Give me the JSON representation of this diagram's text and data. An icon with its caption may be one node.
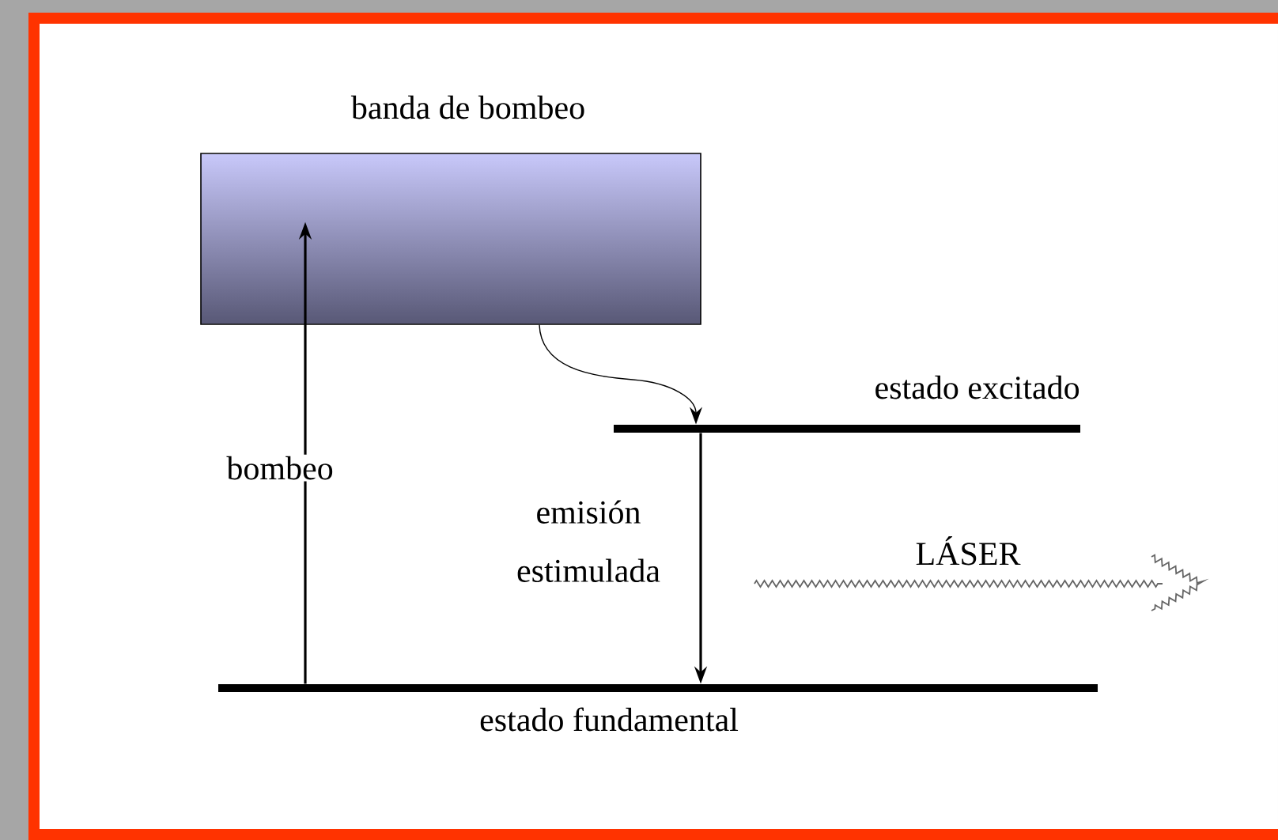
{
  "diagram": {
    "nodes": [
      {
        "text": [
          "banda de bombeo"
        ]
      },
      {
        "text": [
          "estado excitado"
        ]
      },
      {
        "text": [
          "estado fundamental"
        ]
      }
    ],
    "edges": [
      {
        "from": 2,
        "to": 0,
        "arrow": "to",
        "label": "bombeo"
      },
      {
        "from": 0,
        "to": 1,
        "arrow": "to"
      },
      {
        "from": 1,
        "to": 2,
        "arrow": "to",
        "label": "emisión estimulada"
      }
    ],
    "labels": [
      "LÁSER"
    ]
  }
}
